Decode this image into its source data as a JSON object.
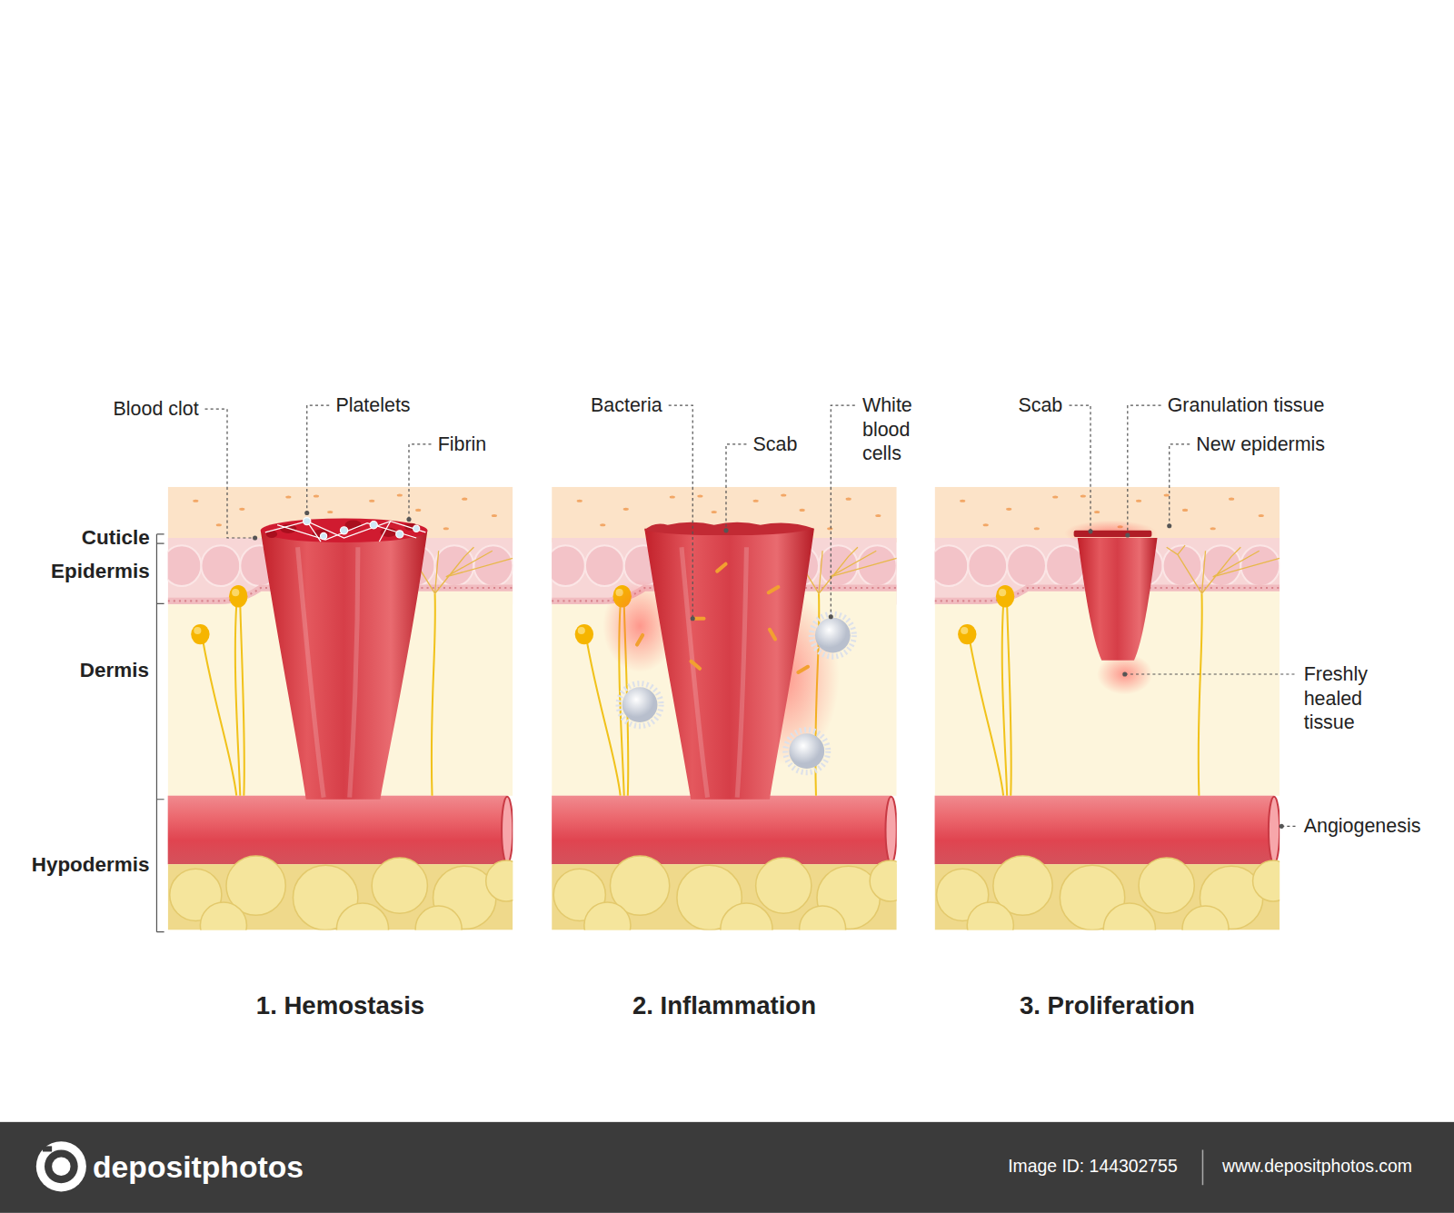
{
  "diagram": {
    "nodes": [
      {
        "text": [
          "1. Hemostasis"
        ]
      },
      {
        "text": [
          "2. Inflammation"
        ]
      },
      {
        "text": [
          "3. Proliferation"
        ]
      },
      {
        "text": [
          "depositphotos",
          "Image ID: 144302755",
          "www.depositphotos.com"
        ]
      }
    ],
    "labels": [
      "Blood clot",
      "Platelets",
      "Fibrin",
      "Cuticle",
      "Epidermis",
      "Dermis",
      "Hypodermis",
      "Bacteria",
      "Scab",
      "White blood cells",
      "Scab",
      "Granulation tissue",
      "New epidermis",
      "Freshly healed tissue",
      "Angiogenesis"
    ]
  }
}
